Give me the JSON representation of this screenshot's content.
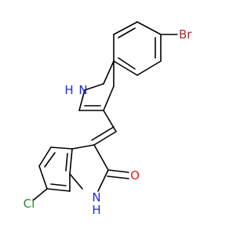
{
  "atoms": {
    "br": "Br",
    "nh_indole": "H",
    "n_indole": "N",
    "o_carbonyl": "O",
    "nh_oxindole_n": "N",
    "nh_oxindole_h": "H",
    "cl": "Cl"
  },
  "colors": {
    "bromine": "#a52a2a",
    "chlorine": "#2e8b2e",
    "nitrogen": "#1f2bd1",
    "oxygen": "#e02020",
    "bond": "#000000"
  }
}
